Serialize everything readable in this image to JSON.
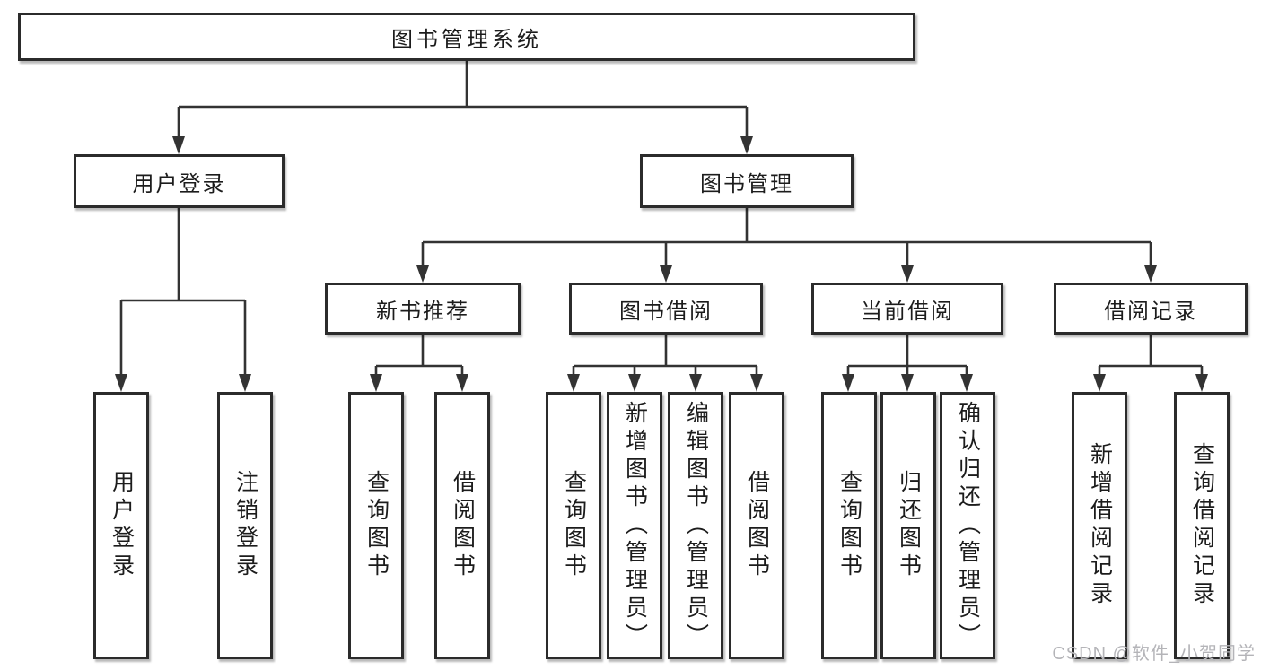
{
  "tree": {
    "root": {
      "label": "图书管理系统"
    },
    "branches": [
      {
        "label": "用户登录",
        "children": [
          {
            "label": "用户登录"
          },
          {
            "label": "注销登录"
          }
        ]
      },
      {
        "label": "图书管理",
        "children": [
          {
            "label": "新书推荐",
            "children": [
              {
                "label": "查询图书"
              },
              {
                "label": "借阅图书"
              }
            ]
          },
          {
            "label": "图书借阅",
            "children": [
              {
                "label": "查询图书"
              },
              {
                "label": "新增图书（管理员）"
              },
              {
                "label": "编辑图书（管理员）"
              },
              {
                "label": "借阅图书"
              }
            ]
          },
          {
            "label": "当前借阅",
            "children": [
              {
                "label": "查询图书"
              },
              {
                "label": "归还图书"
              },
              {
                "label": "确认归还（管理员）"
              }
            ]
          },
          {
            "label": "借阅记录",
            "children": [
              {
                "label": "新增借阅记录"
              },
              {
                "label": "查询借阅记录"
              }
            ]
          }
        ]
      }
    ]
  },
  "watermark": {
    "text": "CSDN @软件_小贺同学"
  },
  "colors": {
    "line": "#333333",
    "box_border": "#2b2b2b",
    "box_fill": "#ffffff",
    "text": "#1c1c1c",
    "watermark": "#b4b4b8",
    "background": "#ffffff"
  }
}
